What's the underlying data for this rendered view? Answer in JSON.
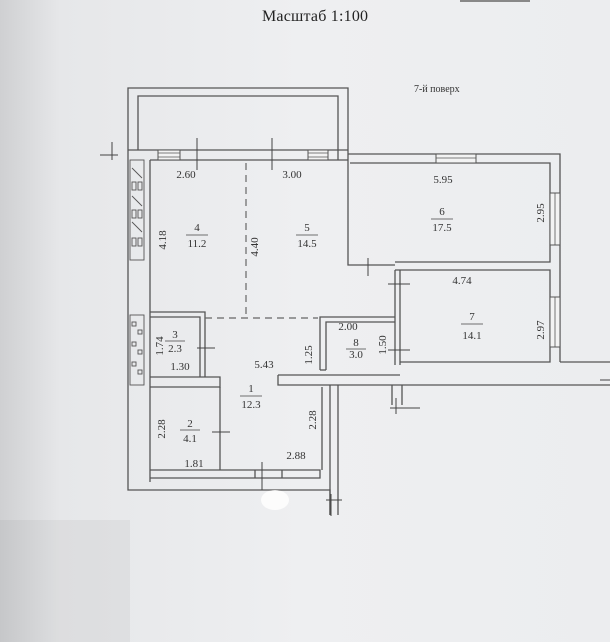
{
  "header": {
    "scale_title": "Масштаб 1:100",
    "floor_label": "7-й поверх"
  },
  "rooms": [
    {
      "id": "1",
      "area": "12.3"
    },
    {
      "id": "2",
      "area": "4.1"
    },
    {
      "id": "3",
      "area": "2.3"
    },
    {
      "id": "4",
      "area": "11.2"
    },
    {
      "id": "5",
      "area": "14.5"
    },
    {
      "id": "6",
      "area": "17.5"
    },
    {
      "id": "7",
      "area": "14.1"
    },
    {
      "id": "8",
      "area": "3.0"
    }
  ],
  "dimensions": {
    "room4_width": "2.60",
    "room4_height": "4.18",
    "room5_width": "3.00",
    "room5_height": "4.40",
    "room6_width": "5.95",
    "room6_height": "2.95",
    "room7_width": "4.74",
    "room7_height": "2.97",
    "room8_width": "2.00",
    "room8_height": "1.50",
    "room3_height": "1.74",
    "room3_width": "1.30",
    "room1_width": "5.43",
    "room1_depth": "1.25",
    "room1_height": "2.28",
    "room1_bottom": "2.88",
    "room2_height": "2.28",
    "room2_width": "1.81"
  }
}
